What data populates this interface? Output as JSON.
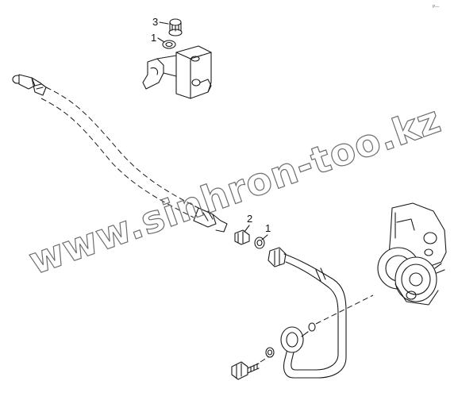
{
  "diagram": {
    "corner_mark": "P—",
    "callouts": {
      "top_3": "3",
      "top_1": "1",
      "mid_2": "2",
      "mid_1": "1"
    },
    "watermark": "www.sinhron-too.kz"
  },
  "colors": {
    "line": "#1a1a1a",
    "watermark_outline": "#6e6e6e",
    "background": "#ffffff"
  }
}
